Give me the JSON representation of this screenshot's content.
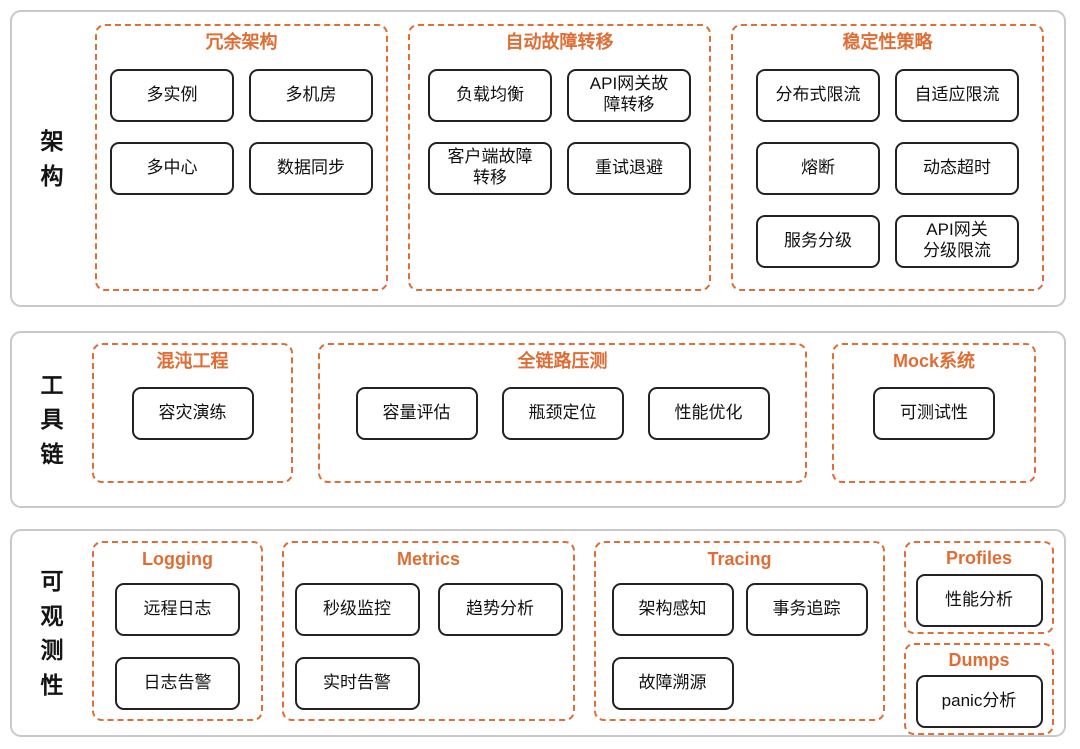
{
  "colors": {
    "accent": "#DE6E35",
    "panel_border": "#C9C9C9",
    "node_border": "#222222",
    "text": "#111111",
    "background": "#FFFFFF"
  },
  "sections": [
    {
      "label": "架构",
      "groups": [
        {
          "title": "冗余架构",
          "items": [
            "多实例",
            "多机房",
            "多中心",
            "数据同步"
          ]
        },
        {
          "title": "自动故障转移",
          "items": [
            "负载均衡",
            "API网关故\n障转移",
            "客户端故障\n转移",
            "重试退避"
          ]
        },
        {
          "title": "稳定性策略",
          "items": [
            "分布式限流",
            "自适应限流",
            "熔断",
            "动态超时",
            "服务分级",
            "API网关\n分级限流"
          ]
        }
      ]
    },
    {
      "label": "工具链",
      "groups": [
        {
          "title": "混沌工程",
          "items": [
            "容灾演练"
          ]
        },
        {
          "title": "全链路压测",
          "items": [
            "容量评估",
            "瓶颈定位",
            "性能优化"
          ]
        },
        {
          "title": "Mock系统",
          "items": [
            "可测试性"
          ]
        }
      ]
    },
    {
      "label": "可观测性",
      "groups": [
        {
          "title": "Logging",
          "items": [
            "远程日志",
            "日志告警"
          ]
        },
        {
          "title": "Metrics",
          "items": [
            "秒级监控",
            "趋势分析",
            "实时告警"
          ]
        },
        {
          "title": "Tracing",
          "items": [
            "架构感知",
            "事务追踪",
            "故障溯源"
          ]
        },
        {
          "title": "Profiles",
          "items": [
            "性能分析"
          ]
        },
        {
          "title": "Dumps",
          "items": [
            "panic分析"
          ]
        }
      ]
    }
  ]
}
